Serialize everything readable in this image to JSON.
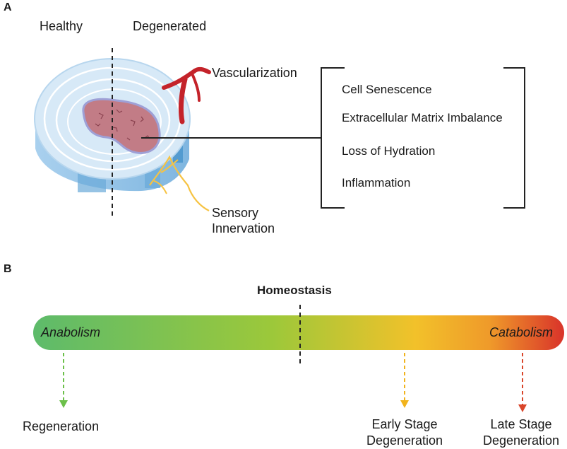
{
  "panel_a": {
    "label": "A",
    "healthy": "Healthy",
    "degenerated": "Degenerated",
    "vascularization": "Vascularization",
    "sensory_line1": "Sensory",
    "sensory_line2": "Innervation",
    "features": [
      "Cell Senescence",
      "Extracellular Matrix Imbalance",
      "Loss of Hydration",
      "Inflammation"
    ]
  },
  "panel_b": {
    "label": "B",
    "homeostasis": "Homeostasis",
    "anabolism": "Anabolism",
    "catabolism": "Catabolism",
    "outcomes": [
      {
        "line1": "Regeneration",
        "line2": "",
        "color": "#6cc04a"
      },
      {
        "line1": "Early Stage",
        "line2": "Degeneration",
        "color": "#f1b31c"
      },
      {
        "line1": "Late Stage",
        "line2": "Degeneration",
        "color": "#d9452a"
      }
    ]
  },
  "colors": {
    "bar_start": "#5dbb6b",
    "bar_mid": "#9cc83a",
    "bar_yellow": "#f2c12a",
    "bar_end": "#d9332a",
    "disc_light": "#cfe4f5",
    "disc_dark": "#8fc1e6",
    "nucleus": "#c27c86",
    "vessel": "#c4232a",
    "nerve": "#f6c343"
  }
}
